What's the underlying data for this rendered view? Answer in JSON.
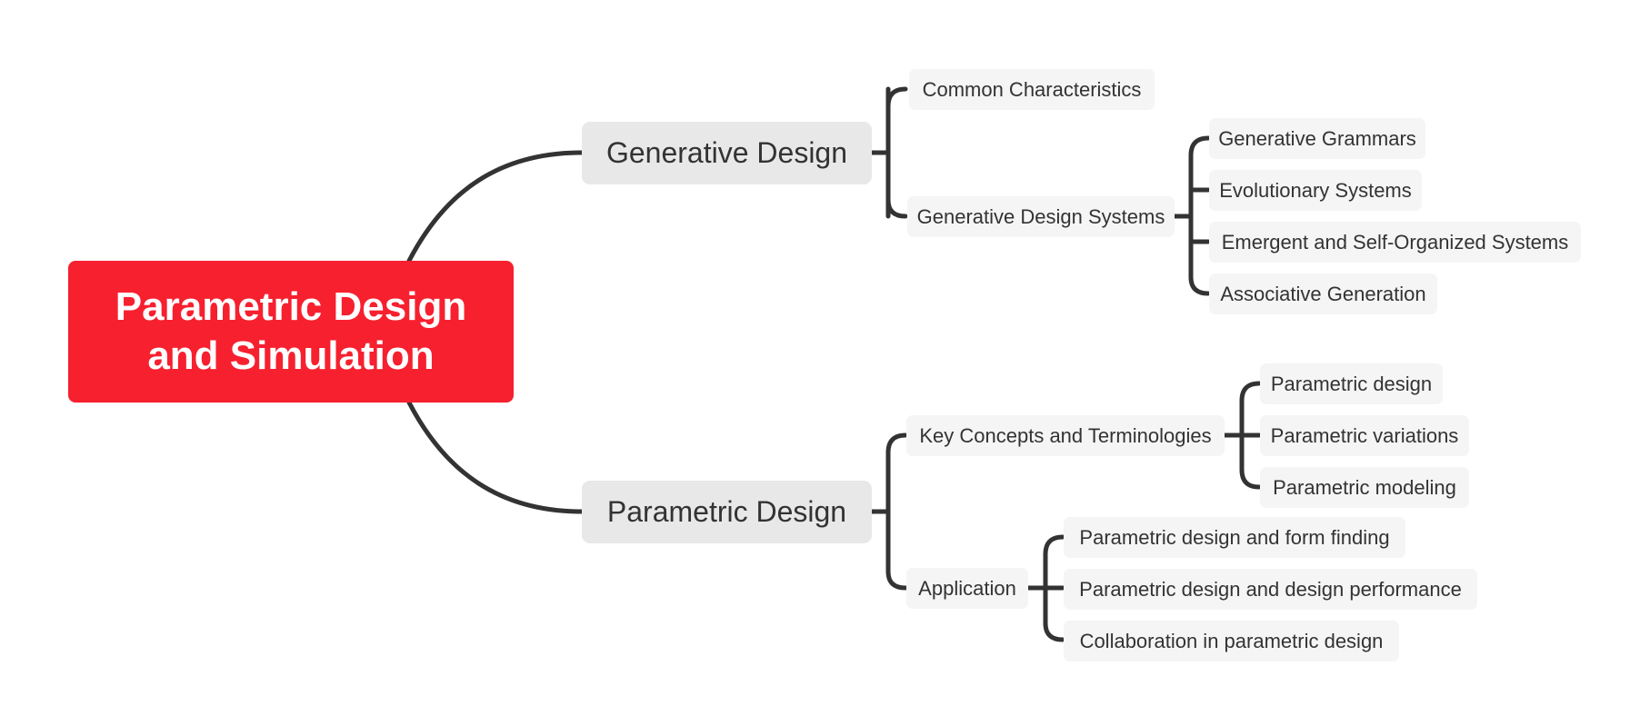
{
  "root": {
    "line1": "Parametric Design",
    "line2": "and Simulation"
  },
  "branches": {
    "generative": {
      "label": "Generative Design",
      "common": "Common Characteristics",
      "systems": {
        "label": "Generative Design Systems",
        "items": [
          "Generative Grammars",
          "Evolutionary Systems",
          "Emergent and Self-Organized Systems",
          "Associative Generation"
        ]
      }
    },
    "parametric": {
      "label": "Parametric Design",
      "concepts": {
        "label": "Key Concepts and Terminologies",
        "items": [
          "Parametric design",
          "Parametric variations",
          "Parametric modeling"
        ]
      },
      "application": {
        "label": "Application",
        "items": [
          "Parametric design and form ﬁnding",
          "Parametric design and design performance",
          "Collaboration in parametric design"
        ]
      }
    }
  },
  "colors": {
    "root_fill": "#f7202f",
    "main_fill": "#e8e8e8",
    "sub_fill": "#f5f5f5",
    "connector": "#333333",
    "text": "#333333",
    "root_text": "#ffffff"
  }
}
